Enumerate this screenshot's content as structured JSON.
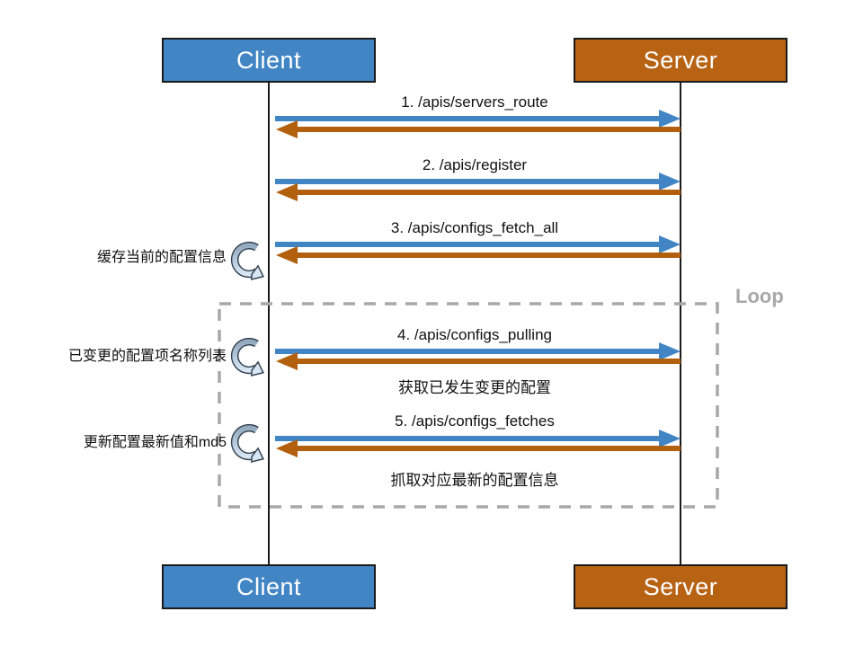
{
  "actors": {
    "client": "Client",
    "server": "Server"
  },
  "loop": {
    "label": "Loop"
  },
  "messages": [
    {
      "label": "1. /apis/servers_route",
      "direction": "request-response",
      "note": ""
    },
    {
      "label": "2. /apis/register",
      "direction": "request-response",
      "note": ""
    },
    {
      "label": "3. /apis/configs_fetch_all",
      "direction": "request-response",
      "note": ""
    },
    {
      "label": "4. /apis/configs_pulling",
      "direction": "request-response",
      "note": "获取已发生变更的配置"
    },
    {
      "label": "5. /apis/configs_fetches",
      "direction": "request-response",
      "note": "抓取对应最新的配置信息"
    }
  ],
  "annotations": [
    {
      "label": "缓存当前的配置信息",
      "icon": "curved-self-arrow"
    },
    {
      "label": "已变更的配置项名称列表",
      "icon": "curved-self-arrow"
    },
    {
      "label": "更新配置最新值和md5",
      "icon": "curved-self-arrow"
    }
  ],
  "colors": {
    "client_box": "#4285C5",
    "server_box": "#B86314",
    "request_arrow": "#4285C5",
    "response_arrow": "#B25F0E",
    "loop_border": "#A8A8A8",
    "loop_label": "#A8A8A8",
    "box_border": "#1A1A1A"
  }
}
